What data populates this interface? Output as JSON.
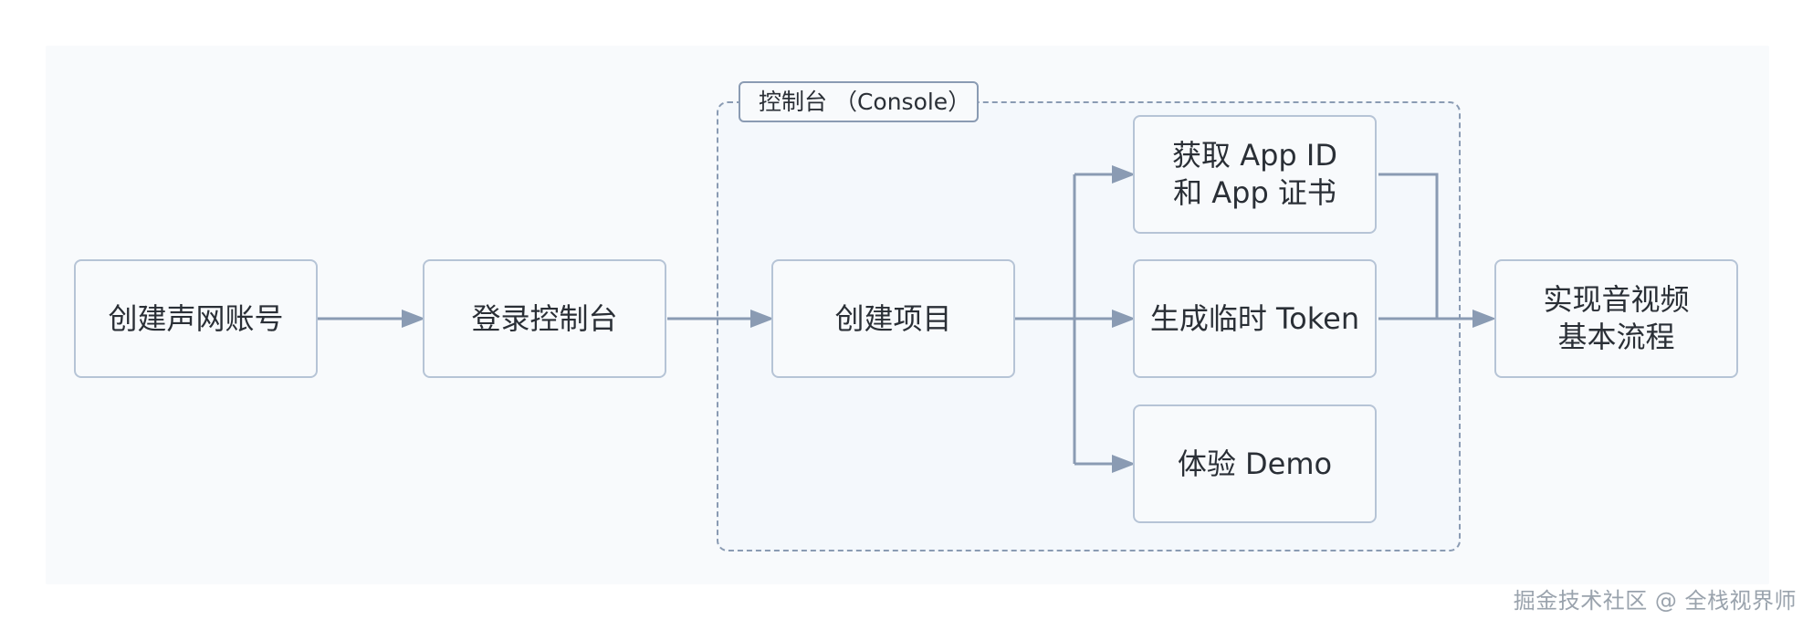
{
  "diagram": {
    "group": {
      "label": "控制台 （Console）"
    },
    "nodes": {
      "create_account": "创建声网账号",
      "login_console": "登录控制台",
      "create_project": "创建项目",
      "get_app_id_line1": "获取 App ID",
      "get_app_id_line2": "和 App 证书",
      "gen_temp_token": "生成临时 Token",
      "try_demo": "体验 Demo",
      "implement_line1": "实现音视频",
      "implement_line2": "基本流程"
    }
  },
  "watermark": "掘金技术社区 @ 全栈视界师",
  "colors": {
    "background": "#f8fafc",
    "node_border": "#b6c4d6",
    "group_border": "#8a9bb3",
    "connector": "#8a9bb3",
    "text": "#2a2f36",
    "watermark": "#9aa3ad"
  }
}
